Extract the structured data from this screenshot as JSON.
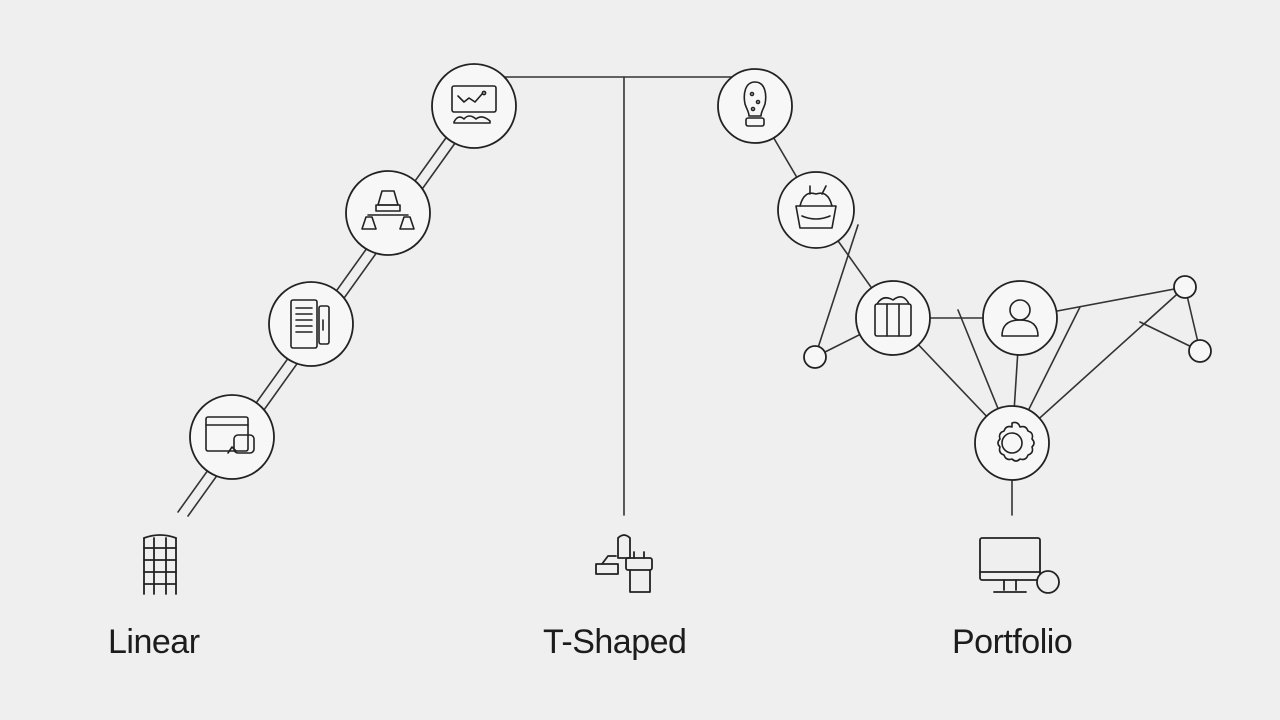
{
  "diagram": {
    "colors": {
      "background": "#efefef",
      "stroke": "#222222",
      "node_fill": "#f7f7f7"
    },
    "models": [
      {
        "id": "linear",
        "label": "Linear",
        "icon": "ladder-icon"
      },
      {
        "id": "t-shaped",
        "label": "T-Shaped",
        "icon": "tools-icon"
      },
      {
        "id": "portfolio",
        "label": "Portfolio",
        "icon": "monitor-icon"
      }
    ],
    "linear_nodes": [
      {
        "icon": "window-chart-icon"
      },
      {
        "icon": "document-list-icon"
      },
      {
        "icon": "hierarchy-icon"
      },
      {
        "icon": "image-frame-icon"
      }
    ],
    "t_shaped_nodes": [
      {
        "icon": "bulb-head-icon"
      },
      {
        "icon": "basket-icon"
      }
    ],
    "portfolio_nodes": [
      {
        "icon": "gift-box-icon"
      },
      {
        "icon": "person-icon"
      },
      {
        "icon": "gear-flower-icon"
      }
    ]
  }
}
